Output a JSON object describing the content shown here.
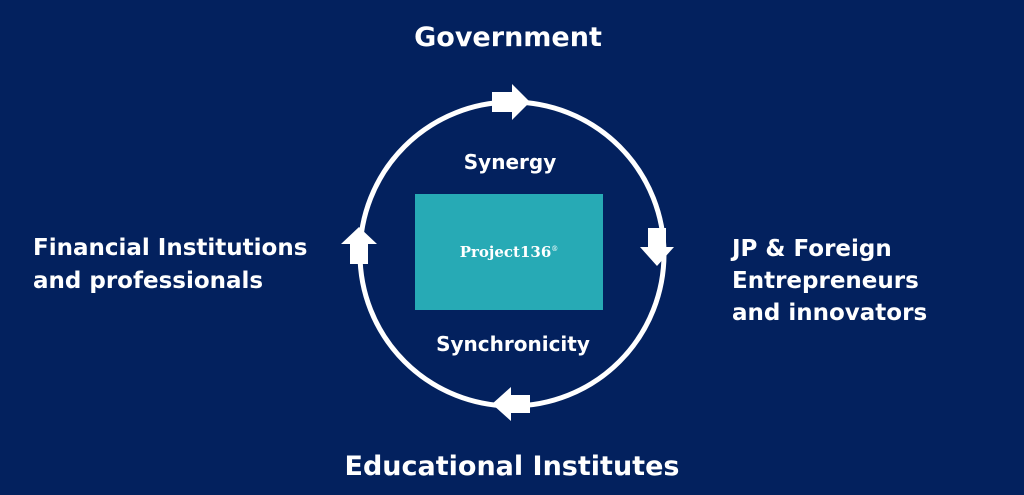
{
  "top_label": "Government",
  "right_label_lines": [
    "JP & Foreign",
    "Entrepreneurs",
    "and innovators"
  ],
  "bottom_label": "Educational Institutes",
  "left_label_lines": [
    "Financial Institutions",
    "and professionals"
  ],
  "inner_top_label": "Synergy",
  "inner_bottom_label": "Synchronicity",
  "center_logo": {
    "text": "Project136",
    "mark": "®"
  },
  "cycle_direction": "clockwise",
  "arrow_icons": [
    "arrow-right-icon",
    "arrow-down-icon",
    "arrow-left-icon",
    "arrow-up-icon"
  ],
  "colors": {
    "background": "#03215e",
    "ring": "#ffffff",
    "center_box": "#27aab5",
    "text": "#ffffff"
  }
}
